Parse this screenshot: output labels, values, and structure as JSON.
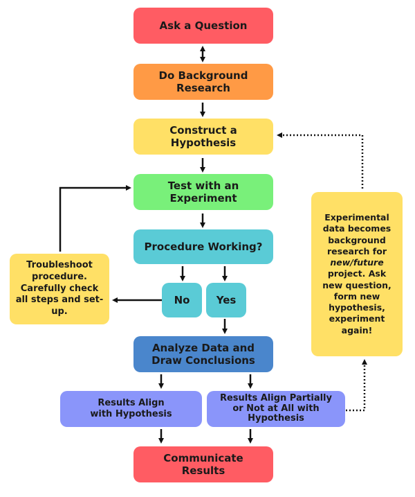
{
  "steps": {
    "ask_question": "Ask a Question",
    "background_research": "Do Background Research",
    "construct_hypothesis": "Construct a Hypothesis",
    "test_experiment": "Test with an Experiment",
    "procedure_working": "Procedure Working?",
    "no": "No",
    "yes": "Yes",
    "troubleshoot": "Troubleshoot procedure. Carefully check all steps and set-up.",
    "analyze": "Analyze Data and Draw Conclusions",
    "results_align": "Results Align with Hypothesis",
    "results_partial": "Results Align Partially or Not at All with Hypothesis",
    "communicate": "Communicate Results"
  },
  "side_note": {
    "before": "Experimental data becomes background research for",
    "emphasis": "new/future",
    "after": "project. Ask new question, form new hypothesis, experiment again!"
  },
  "colors": {
    "red": "#ff5c63",
    "orange": "#ff9a45",
    "yellow": "#ffe066",
    "green": "#79f07a",
    "teal": "#5acbd6",
    "blue": "#4a86cc",
    "periwinkle": "#8a95fa"
  }
}
